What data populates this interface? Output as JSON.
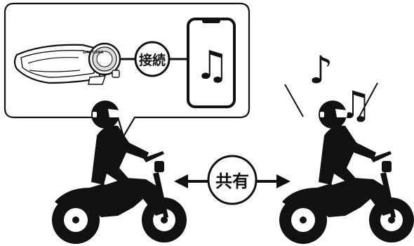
{
  "illustration": {
    "connect_label": "接続",
    "share_label": "共有",
    "brand_label": "DAYTONA",
    "music_note_glyph": "♪",
    "music_beamed_glyph": "♫"
  },
  "colors": {
    "ink": "#111111",
    "paper": "#ffffff",
    "device_gray": "#bbbbbb"
  },
  "icons": [
    "intercom-device-icon",
    "smartphone-icon",
    "music-note-icon",
    "motorcycle-rider-icon",
    "double-arrow-icon"
  ]
}
